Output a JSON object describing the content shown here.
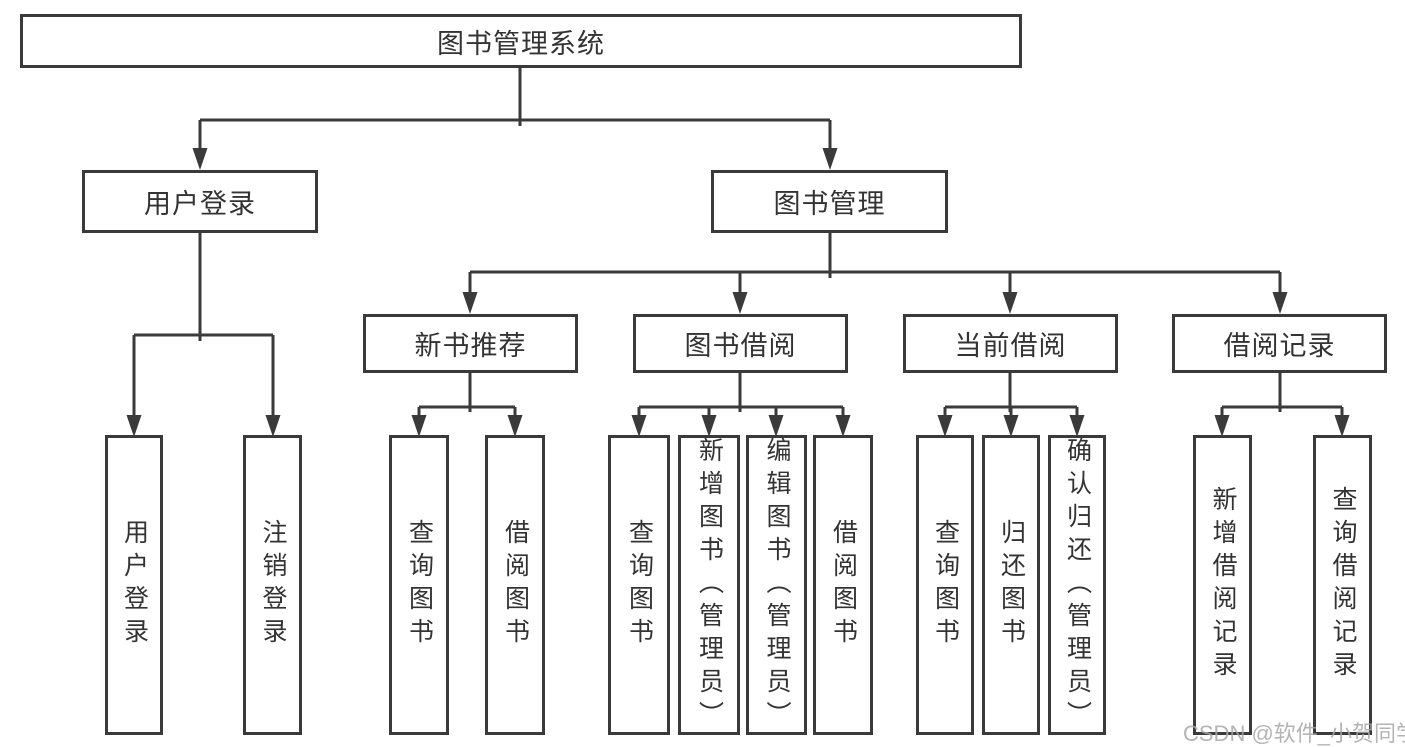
{
  "diagram": {
    "root": {
      "label": "图书管理系统"
    },
    "level2": [
      {
        "label": "用户登录"
      },
      {
        "label": "图书管理"
      }
    ],
    "level3": [
      {
        "label": "新书推荐"
      },
      {
        "label": "图书借阅"
      },
      {
        "label": "当前借阅"
      },
      {
        "label": "借阅记录"
      }
    ],
    "leaves": [
      {
        "label": "用户登录",
        "parent": "用户登录"
      },
      {
        "label": "注销登录",
        "parent": "用户登录"
      },
      {
        "label": "查询图书",
        "parent": "新书推荐"
      },
      {
        "label": "借阅图书",
        "parent": "新书推荐"
      },
      {
        "label": "查询图书",
        "parent": "图书借阅"
      },
      {
        "label": "新增图书（管理员）",
        "parent": "图书借阅"
      },
      {
        "label": "编辑图书（管理员）",
        "parent": "图书借阅"
      },
      {
        "label": "借阅图书",
        "parent": "图书借阅"
      },
      {
        "label": "查询图书",
        "parent": "当前借阅"
      },
      {
        "label": "归还图书",
        "parent": "当前借阅"
      },
      {
        "label": "确认归还（管理员）",
        "parent": "当前借阅"
      },
      {
        "label": "新增借阅记录",
        "parent": "借阅记录"
      },
      {
        "label": "查询借阅记录",
        "parent": "借阅记录"
      }
    ]
  },
  "watermark": {
    "text": "CSDN @软件_小贺同学"
  },
  "colors": {
    "border": "#3a3a3a",
    "text": "#333333",
    "background": "#ffffff",
    "line": "#3a3a3a",
    "watermark": "#a8a8a8"
  }
}
